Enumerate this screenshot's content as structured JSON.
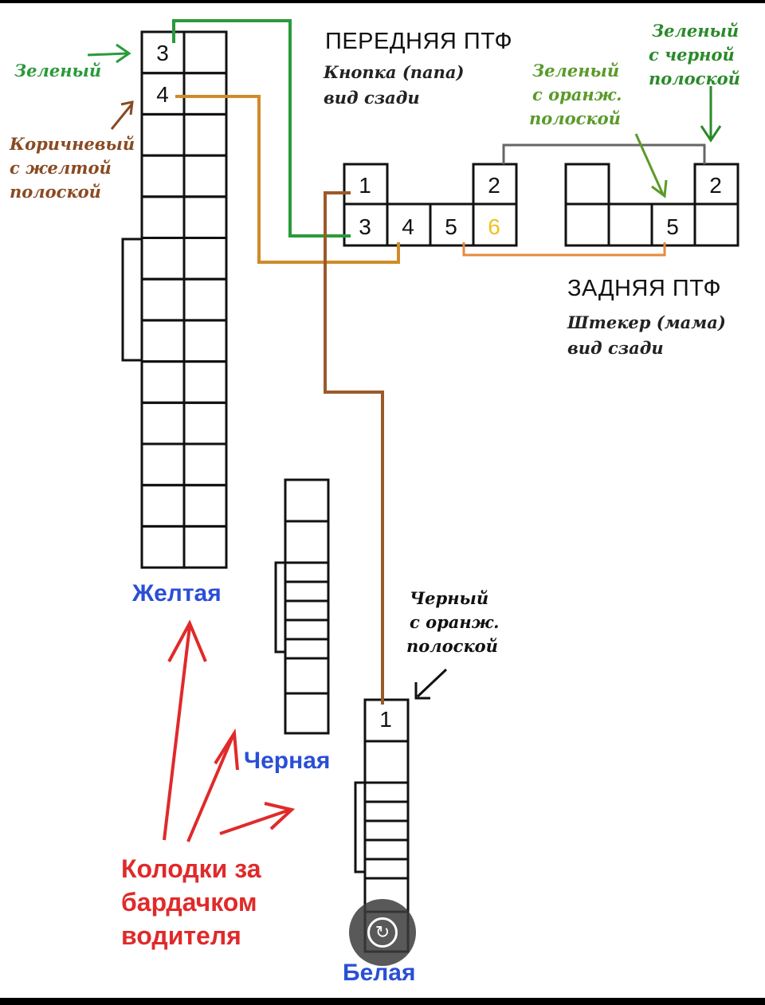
{
  "labels": {
    "front_title": "ПЕРЕДНЯЯ ПТФ",
    "front_sub1": "Кнопка (папа)",
    "front_sub2": "вид сзади",
    "rear_title": "ЗАДНЯЯ ПТФ",
    "rear_sub1": "Штекер (мама)",
    "rear_sub2": "вид сзади",
    "green": "Зеленый",
    "brown1": "Коричневый",
    "brown2": "с желтой",
    "brown3": "полоской",
    "green_orange1": "Зеленый",
    "green_orange2": "с оранж.",
    "green_orange3": "полоской",
    "green_black1": "Зеленый",
    "green_black2": "с черной",
    "green_black3": "полоской",
    "black_orange1": "Черный",
    "black_orange2": "с оранж.",
    "black_orange3": "полоской",
    "yellow_block": "Желтая",
    "black_block": "Черная",
    "white_block": "Белая",
    "note1": "Колодки за",
    "note2": "бардачком",
    "note3": "водителя"
  },
  "pins": {
    "yellow_3": "3",
    "yellow_4": "4",
    "front_1": "1",
    "front_2": "2",
    "front_3": "3",
    "front_4": "4",
    "front_5": "5",
    "front_6": "6",
    "rear_2": "2",
    "rear_5": "5",
    "white_1": "1"
  },
  "colors": {
    "wire_green": "#2a9a3a",
    "wire_brown": "#9b5a2a",
    "wire_orange": "#e58a3a",
    "wire_gray": "#666666",
    "pin6": "#f0c020",
    "blue_label": "#2a4fd6",
    "red_note": "#e02a2a"
  },
  "icons": {
    "overlay": "refresh-icon"
  }
}
